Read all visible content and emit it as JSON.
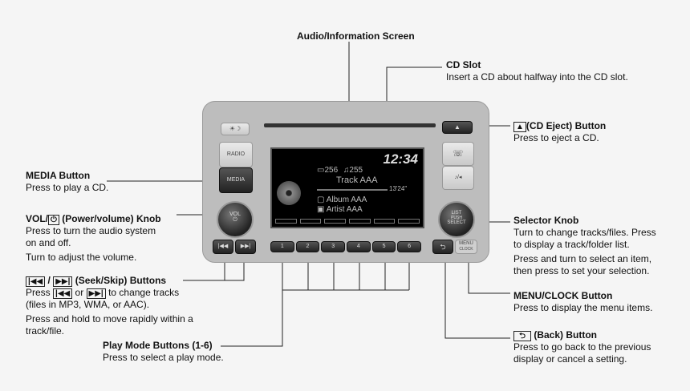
{
  "labels": {
    "audio_screen": {
      "title": "Audio/Information Screen"
    },
    "cd_slot": {
      "title": "CD Slot",
      "desc": "Insert a CD about halfway into the CD slot."
    },
    "cd_eject": {
      "icon": "▲",
      "title": "(CD Eject) Button",
      "desc": "Press to eject a CD."
    },
    "media": {
      "title": "MEDIA Button",
      "desc": "Press to play a CD."
    },
    "vol": {
      "title_pre": "VOL/",
      "icon": "⏻",
      "title_post": " (Power/volume) Knob",
      "desc1": "Press to turn the audio system",
      "desc2": "on and off.",
      "desc3": "Turn to adjust the volume."
    },
    "seek": {
      "icon_prev": "|◀◀",
      "sep": " / ",
      "icon_next": "▶▶|",
      "title": " (Seek/Skip) Buttons",
      "desc1_pre": "Press ",
      "desc1_or": " or ",
      "desc1_post": " to change tracks",
      "desc2": "(files in MP3, WMA, or AAC).",
      "desc3": "Press and hold to move rapidly within a",
      "desc4": "track/file."
    },
    "play_mode": {
      "title": "Play Mode Buttons (1-6)",
      "desc": "Press to select a play mode."
    },
    "selector": {
      "title": "Selector Knob",
      "desc1": "Turn to change tracks/files. Press",
      "desc2": "to display a track/folder list.",
      "desc3": "Press and turn to select an item,",
      "desc4": "then press to set your selection."
    },
    "menu_clock": {
      "title": "MENU/CLOCK Button",
      "desc": "Press to display the menu items."
    },
    "back": {
      "icon": "⮌",
      "title": " (Back) Button",
      "desc1": "Press to go back to the previous",
      "desc2": "display or cancel a setting."
    }
  },
  "unit": {
    "radio": "RADIO",
    "media": "MEDIA",
    "vol": "VOL",
    "power_icon": "⏻",
    "prev_icon": "|◀◀",
    "next_icon": "▶▶|",
    "presets": [
      "1",
      "2",
      "3",
      "4",
      "5",
      "6"
    ],
    "list_knob": "LIST",
    "push": "PUSH",
    "select": "SELECT",
    "menu": "MENU",
    "clock": "CLOCK",
    "phone_icon": "☏",
    "eject_icon": "▲",
    "day_night": "☀☽",
    "music_icon": "♪/◂"
  },
  "screen": {
    "time": "12:34",
    "folder_no": "256",
    "track_no": "255",
    "track": "Track AAA",
    "elapsed": "13'24\"",
    "album": "Album AAA",
    "artist": "Artist AAA"
  }
}
